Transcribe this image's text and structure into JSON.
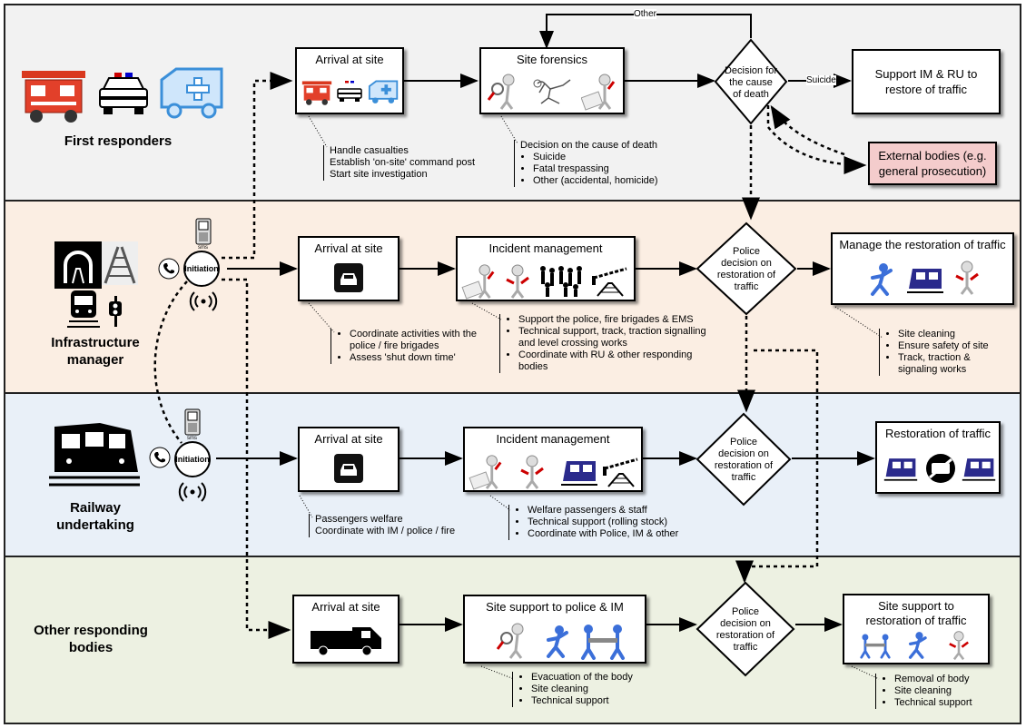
{
  "lanes": [
    {
      "label_lines": [
        "First responders"
      ],
      "color": "#f2f2f2"
    },
    {
      "label_lines": [
        "Infrastructure",
        "manager"
      ],
      "color": "#fbeee3"
    },
    {
      "label_lines": [
        "Railway",
        "undertaking"
      ],
      "color": "#e9f0f8"
    },
    {
      "label_lines": [
        "Other responding",
        "bodies"
      ],
      "color": "#edf1e2"
    }
  ],
  "fr": {
    "arrival": "Arrival at site",
    "forensics": "Site forensics",
    "decision": [
      "Decision for",
      "the cause",
      "of death"
    ],
    "support": "Support IM & RU to restore of traffic",
    "external": "External bodies (e.g. general prosecution)",
    "label_other": "Other",
    "label_suicide": "Suicide",
    "note_arrival": [
      "Handle casualties",
      "Establish 'on-site' command post",
      "Start site investigation"
    ],
    "note_forensics_title": "Decision on the cause of death",
    "note_forensics_items": [
      "Suicide",
      "Fatal trespassing",
      "Other (accidental, homicide)"
    ]
  },
  "im": {
    "initiation": "Initiation",
    "sms": "sms",
    "arrival": "Arrival at site",
    "incident": "Incident management",
    "decision": [
      "Police",
      "decision on",
      "restoration of",
      "traffic"
    ],
    "restoration": "Manage the restoration of traffic",
    "note_arrival": [
      "Coordinate activities with the police / fire brigades",
      "Assess 'shut down time'"
    ],
    "note_incident": [
      "Support the police, fire brigades & EMS",
      "Technical support, track, traction signalling and level crossing works",
      "Coordinate with RU & other responding bodies"
    ],
    "note_restoration": [
      "Site cleaning",
      "Ensure safety of site",
      "Track, traction & signaling works"
    ]
  },
  "ru": {
    "initiation": "Initiation",
    "sms": "sms",
    "arrival": "Arrival at site",
    "incident": "Incident management",
    "decision": [
      "Police",
      "decision on",
      "restoration of",
      "traffic"
    ],
    "restoration": "Restoration of traffic",
    "note_arrival": [
      "Passengers welfare",
      "Coordinate with IM / police / fire"
    ],
    "note_incident": [
      "Welfare passengers & staff",
      "Technical support (rolling stock)",
      "Coordinate with Police, IM & other"
    ]
  },
  "orb": {
    "arrival": "Arrival at site",
    "support": "Site support to police & IM",
    "decision": [
      "Police",
      "decision on",
      "restoration of",
      "traffic"
    ],
    "restoration": "Site support to restoration of traffic",
    "note_support": [
      "Evacuation of the body",
      "Site cleaning",
      "Technical support"
    ],
    "note_restoration": [
      "Removal of body",
      "Site cleaning",
      "Technical support"
    ]
  },
  "colors": {
    "external_fill": "#f4cccc",
    "train_blue": "#2a2a8c",
    "fire_red": "#d9381e",
    "ambulance_blue": "#3b8fd9"
  },
  "icons": [
    "fire-truck-icon",
    "police-car-icon",
    "ambulance-icon",
    "tunnel-icon",
    "track-icon",
    "train-front-icon",
    "signal-icon",
    "phone-icon",
    "mobile-phone-icon",
    "antenna-icon",
    "car-icon",
    "van-icon",
    "magnifier-figure-icon",
    "body-outline-icon",
    "wrench-figure-icon",
    "people-icon",
    "level-crossing-icon",
    "worker-icon",
    "stretcher-icon",
    "no-train-icon"
  ]
}
